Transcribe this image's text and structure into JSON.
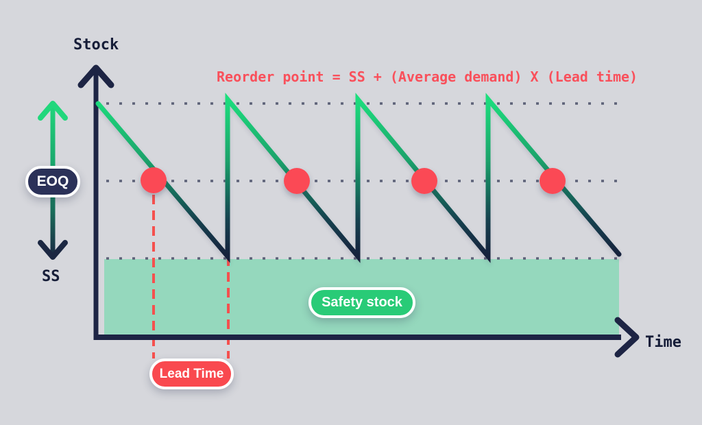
{
  "labels": {
    "y_axis": "Stock",
    "x_axis": "Time",
    "ss": "SS",
    "formula": "Reorder point = SS + (Average demand) X (Lead time)"
  },
  "pills": {
    "eoq": "EOQ",
    "safety_stock": "Safety stock",
    "lead_time": "Lead Time"
  },
  "colors": {
    "background": "#d6d7dc",
    "navy": "#1d2444",
    "green_bright": "#1fd77b",
    "red_accent": "#f9494f",
    "safety_area": "#95d8bd",
    "dotted_line": "#5d6278"
  },
  "diagram": {
    "type": "inventory-sawtooth",
    "sawtooth_cycles": 4,
    "reorder_point_dots": 4,
    "dotted_level_lines": 3
  }
}
